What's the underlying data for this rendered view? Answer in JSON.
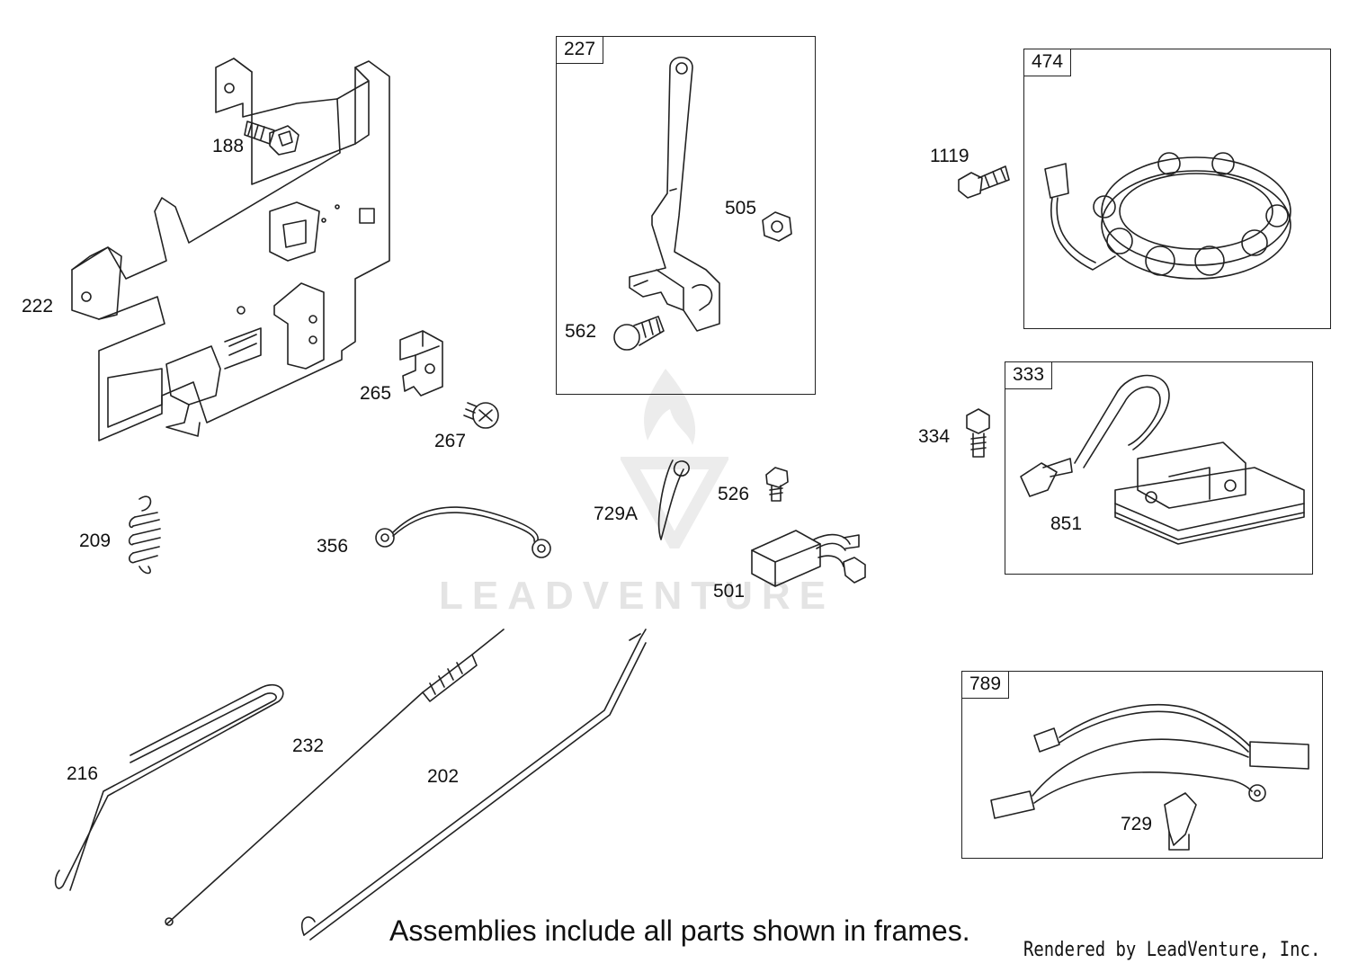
{
  "watermark": {
    "text": "LEADVENTURE"
  },
  "frames": [
    {
      "id": "227"
    },
    {
      "id": "474"
    },
    {
      "id": "333"
    },
    {
      "id": "789"
    }
  ],
  "labels": {
    "p188": "188",
    "p222": "222",
    "p265": "265",
    "p267": "267",
    "p209": "209",
    "p356": "356",
    "p216": "216",
    "p232": "232",
    "p202": "202",
    "p505": "505",
    "p562": "562",
    "p729a": "729A",
    "p526": "526",
    "p501": "501",
    "p1119": "1119",
    "p334": "334",
    "p851": "851",
    "p729": "729"
  },
  "footer": {
    "note": "Assemblies include all parts shown in frames.",
    "credit": "Rendered by LeadVenture, Inc."
  }
}
